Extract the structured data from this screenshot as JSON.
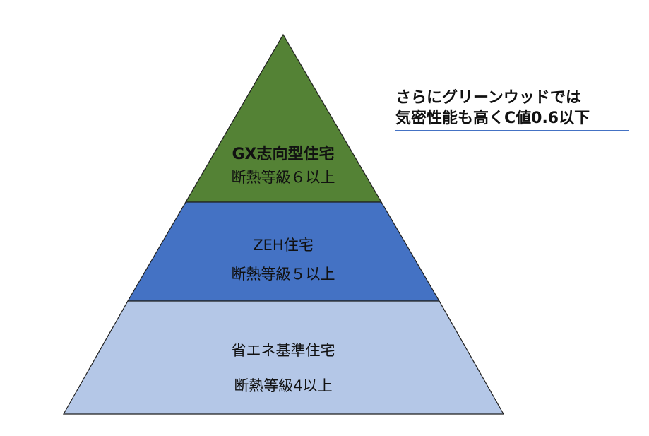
{
  "pyramid": {
    "tiers": [
      {
        "level": "top",
        "title": "GX志向型住宅",
        "subtitle": "断熱等級６以上",
        "color": "#548235"
      },
      {
        "level": "middle",
        "title": "ZEH住宅",
        "subtitle": "断熱等級５以上",
        "color": "#4472c4"
      },
      {
        "level": "base",
        "title": "省エネ基準住宅",
        "subtitle": "断熱等級4以上",
        "color": "#b4c7e7"
      }
    ],
    "outline_color": "#1f1f1f"
  },
  "callout": {
    "line1": "さらにグリーンウッドでは",
    "line2": "気密性能も高くC値0.6以下",
    "underline_color": "#4472c4"
  }
}
